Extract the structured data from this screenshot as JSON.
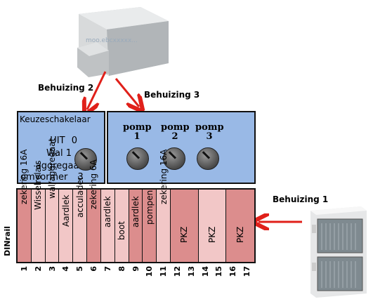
{
  "watermark": "moo.ebcxxxxx...",
  "labels": {
    "behuizing2": "Behuizing 2",
    "behuizing3": "Behuizing 3",
    "behuizing1": "Behuizing 1",
    "dinrail": "DINrail"
  },
  "switch_box": {
    "title": "Keuzeschakelaar",
    "positions": [
      {
        "name": "UIT",
        "num": "0"
      },
      {
        "name": "Wal",
        "num": "1"
      },
      {
        "name": "aggregaat",
        "num": "2"
      },
      {
        "name": "omvormer",
        "num": "3"
      }
    ]
  },
  "pumps": [
    {
      "label": "pomp",
      "num": "1"
    },
    {
      "label": "pomp",
      "num": "2"
    },
    {
      "label": "pomp",
      "num": "3"
    }
  ],
  "din_slots": [
    {
      "text": "zekering 16A",
      "span": 1,
      "color": "#dc8d8d"
    },
    {
      "text": "Wisselrelais",
      "span": 1,
      "color": "#f2c7c7"
    },
    {
      "text": "wal/aggregaat",
      "span": 1,
      "color": "#f2c7c7"
    },
    {
      "text": "Aardlek",
      "span": 1,
      "color": "#f2c7c7"
    },
    {
      "text": "acculader",
      "span": 1,
      "color": "#f2c7c7"
    },
    {
      "text": "zekering 6A",
      "span": 1,
      "color": "#dc8d8d"
    },
    {
      "text": "aardlek",
      "span": 1,
      "color": "#f2c7c7"
    },
    {
      "text": "boot",
      "span": 1,
      "color": "#f2c7c7"
    },
    {
      "text": "aardlek",
      "span": 1,
      "color": "#dc8d8d"
    },
    {
      "text": "pompen",
      "span": 1,
      "color": "#dc8d8d"
    },
    {
      "text": "zekering 16A",
      "span": 1,
      "color": "#f2c7c7"
    },
    {
      "text": "PKZ",
      "span": 2,
      "color": "#dc8d8d"
    },
    {
      "text": "PKZ",
      "span": 2,
      "color": "#f2c7c7"
    },
    {
      "text": "PKZ",
      "span": 2,
      "color": "#dc8d8d"
    }
  ],
  "slot_numbers": [
    "1",
    "2",
    "3",
    "4",
    "5",
    "6",
    "7",
    "8",
    "9",
    "10",
    "11",
    "12",
    "13",
    "14",
    "15",
    "16",
    "17"
  ],
  "colors": {
    "box_blue": "#99b9e6",
    "arrow_red": "#e0201a",
    "slot_dark": "#dc8d8d",
    "slot_light": "#f2c7c7"
  }
}
